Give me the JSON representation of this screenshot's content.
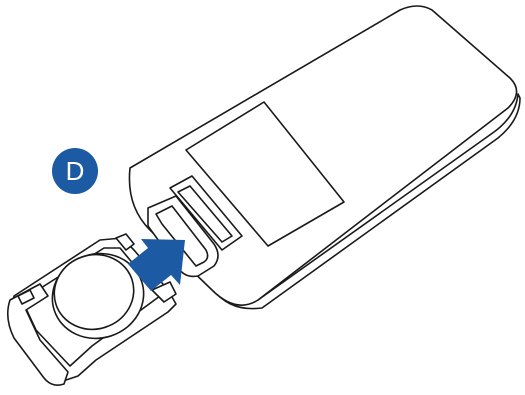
{
  "step": {
    "letter": "D"
  },
  "colors": {
    "badge": "#1c5aa3",
    "arrow": "#1c5aa3",
    "stroke": "#1a1a1a",
    "fill": "#ffffff"
  },
  "illustration": {
    "objects": [
      "remote-control-back",
      "battery-tray",
      "coin-cell-battery",
      "insert-arrow"
    ]
  }
}
